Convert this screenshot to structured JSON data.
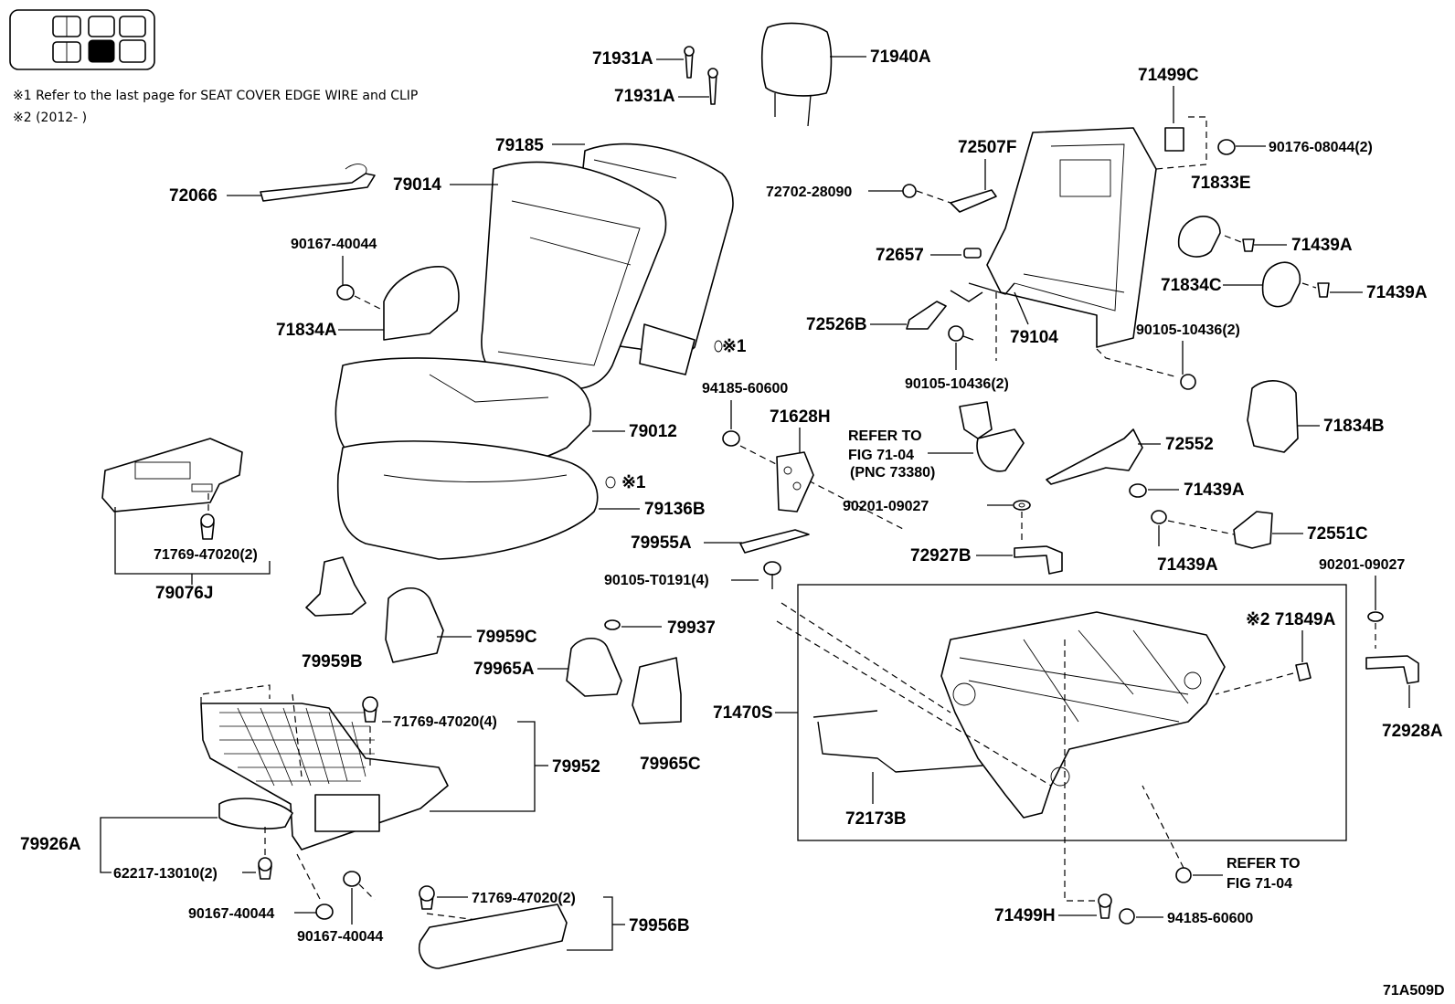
{
  "notes": {
    "note1": "※1  Refer to the last page for SEAT COVER EDGE WIRE and CLIP",
    "note2": "※2 (2012-       )"
  },
  "figure_code": "71A509D",
  "parts": {
    "p71931A_a": "71931A",
    "p71931A_b": "71931A",
    "p71940A": "71940A",
    "p79185": "79185",
    "p79014": "79014",
    "p72066": "72066",
    "p90167_40044_a": "90167-40044",
    "p71834A": "71834A",
    "p79012": "79012",
    "p79136B": "79136B",
    "p79076J": "79076J",
    "p71769_47020_2a": "71769-47020(2)",
    "p79959B": "79959B",
    "p79959C": "79959C",
    "p71769_47020_4": "71769-47020(4)",
    "p79952": "79952",
    "p79926A": "79926A",
    "p62217_13010": "62217-13010(2)",
    "p90167_40044_b": "90167-40044",
    "p90167_40044_c": "90167-40044",
    "p71769_47020_2b": "71769-47020(2)",
    "p79956B": "79956B",
    "p94185_60600_a": "94185-60600",
    "p71628H": "71628H",
    "p79955A": "79955A",
    "p90105_T0191": "90105-T0191(4)",
    "p79937": "79937",
    "p79965A": "79965A",
    "p79965C": "79965C",
    "p71470S": "71470S",
    "p72173B": "72173B",
    "p71499C": "71499C",
    "p90176_08044": "90176-08044(2)",
    "p72507F": "72507F",
    "p72702_28090": "72702-28090",
    "p71833E": "71833E",
    "p71439A_a": "71439A",
    "p72657": "72657",
    "p71834C": "71834C",
    "p71439A_b": "71439A",
    "p72526B": "72526B",
    "p79104": "79104",
    "p90105_10436_a": "90105-10436(2)",
    "p90105_10436_b": "90105-10436(2)",
    "p71834B": "71834B",
    "p72552": "72552",
    "p71439A_c": "71439A",
    "p72551C": "72551C",
    "p71439A_d": "71439A",
    "p90201_09027_a": "90201-09027",
    "p90201_09027_b": "90201-09027",
    "p72927B": "72927B",
    "p71849A": "※2 71849A",
    "p72928A": "72928A",
    "p71499H": "71499H",
    "p94185_60600_b": "94185-60600",
    "ref1_a": "REFER TO",
    "ref1_b": "FIG 71-04",
    "ref1_c": "(PNC 73380)",
    "ref2_a": "REFER TO",
    "ref2_b": "FIG 71-04",
    "note_mark1_a": "※1",
    "note_mark1_b": "※1"
  }
}
